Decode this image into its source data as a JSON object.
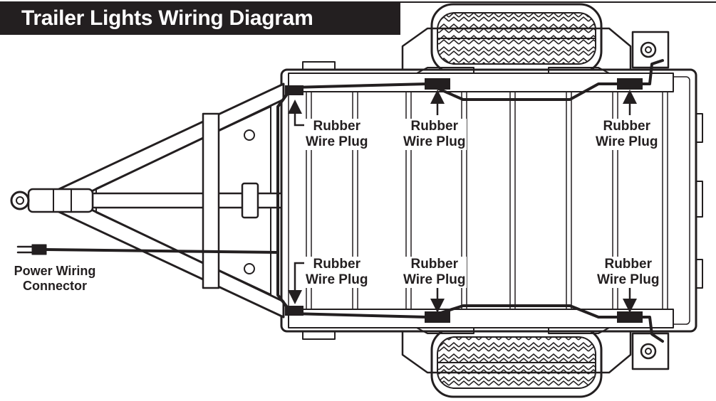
{
  "title": "Trailer Lights Wiring Diagram",
  "labels": {
    "plug_line1": "Rubber",
    "plug_line2": "Wire Plug",
    "power_line1": "Power Wiring",
    "power_line2": "Connector"
  },
  "colors": {
    "ink": "#231f20",
    "background": "#ffffff",
    "title_bar": "#231f20",
    "title_text": "#ffffff"
  }
}
